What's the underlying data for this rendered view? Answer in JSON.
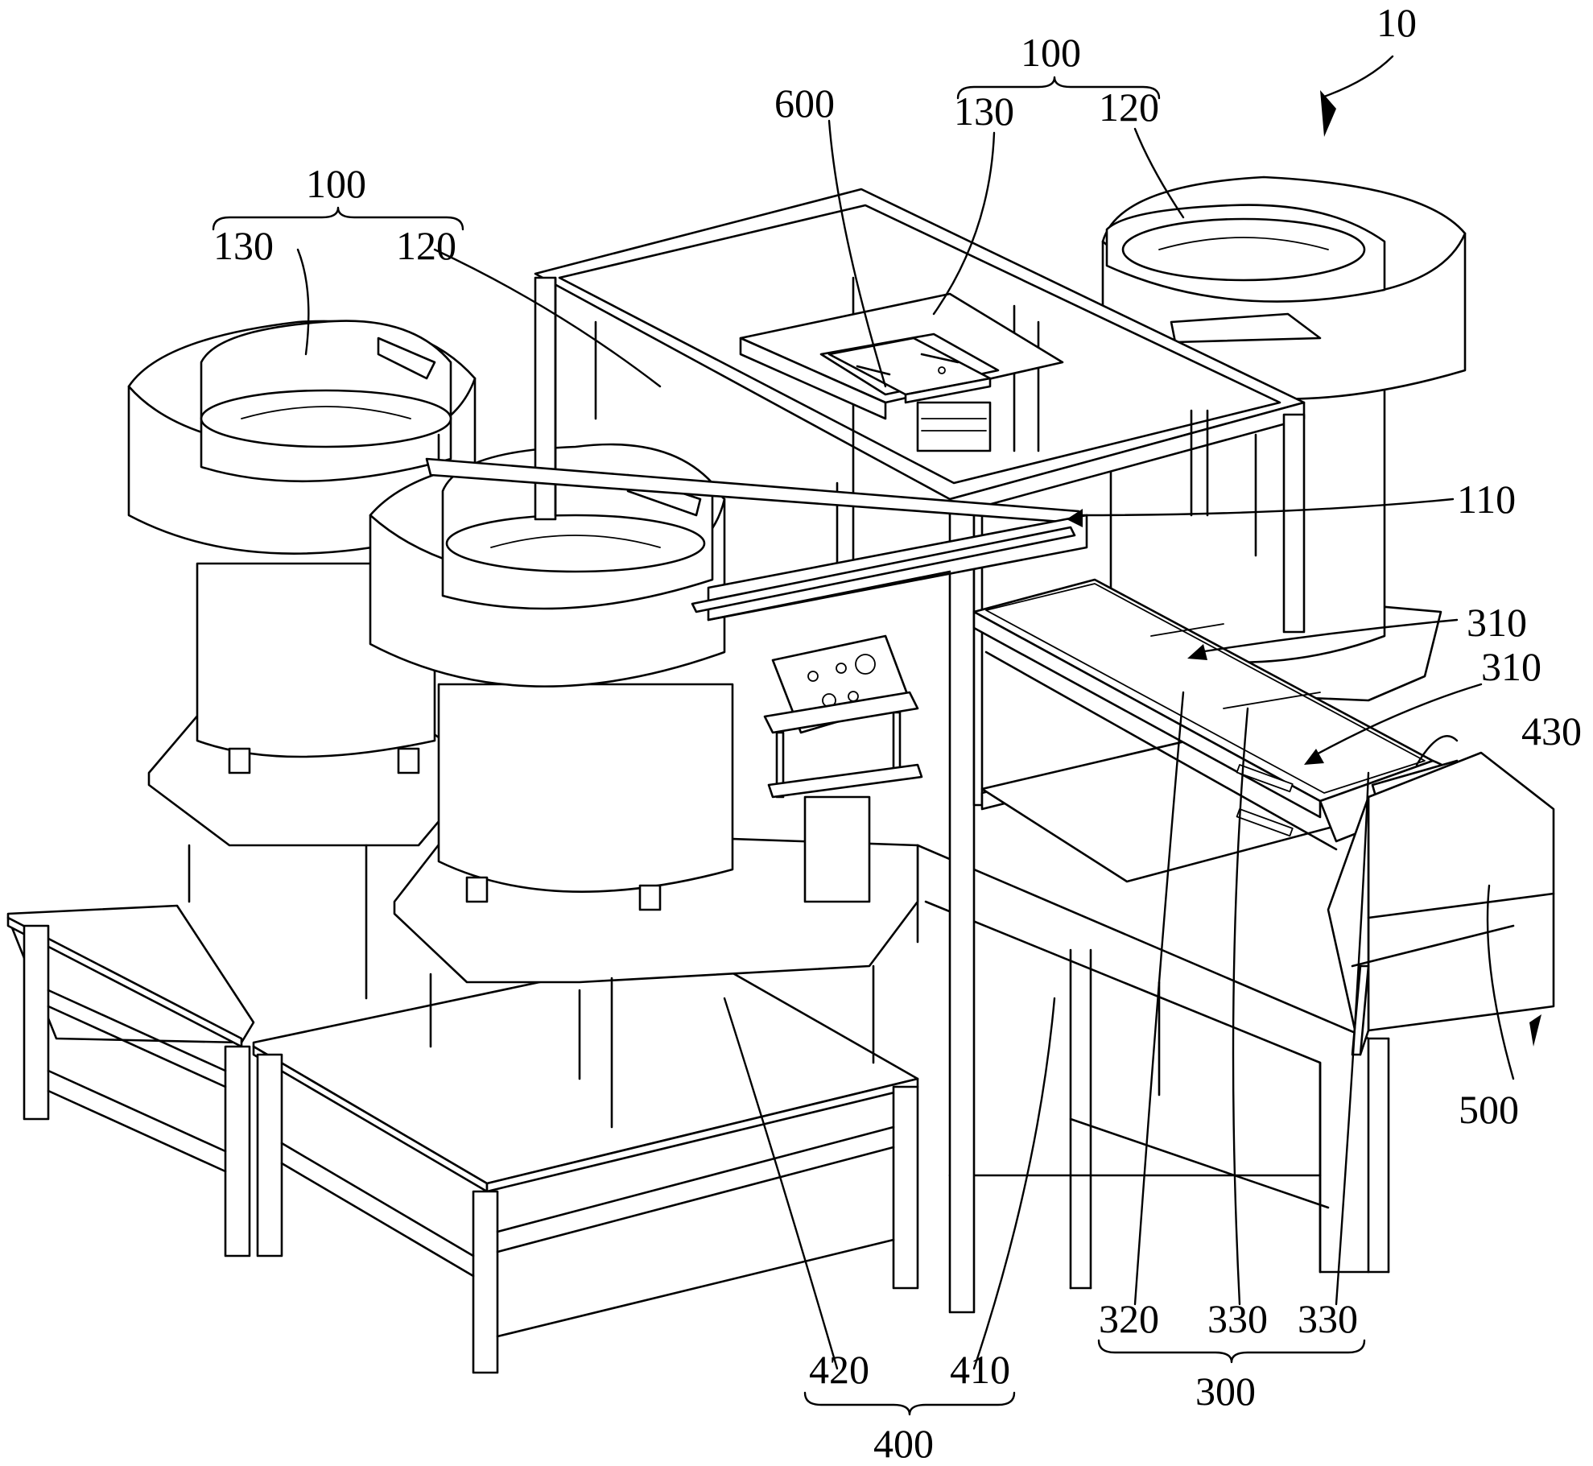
{
  "figure": {
    "assembly_ref": "10",
    "labels": {
      "group_100_left": "100",
      "l130_left": "130",
      "l120_left": "120",
      "group_100_right": "100",
      "l130_right": "130",
      "l120_right": "120",
      "l600": "600",
      "l110": "110",
      "l310_a": "310",
      "l310_b": "310",
      "l430": "430",
      "l500": "500",
      "l320": "320",
      "l330_a": "330",
      "l330_b": "330",
      "group_300": "300",
      "l420": "420",
      "l410": "410",
      "group_400": "400"
    }
  }
}
